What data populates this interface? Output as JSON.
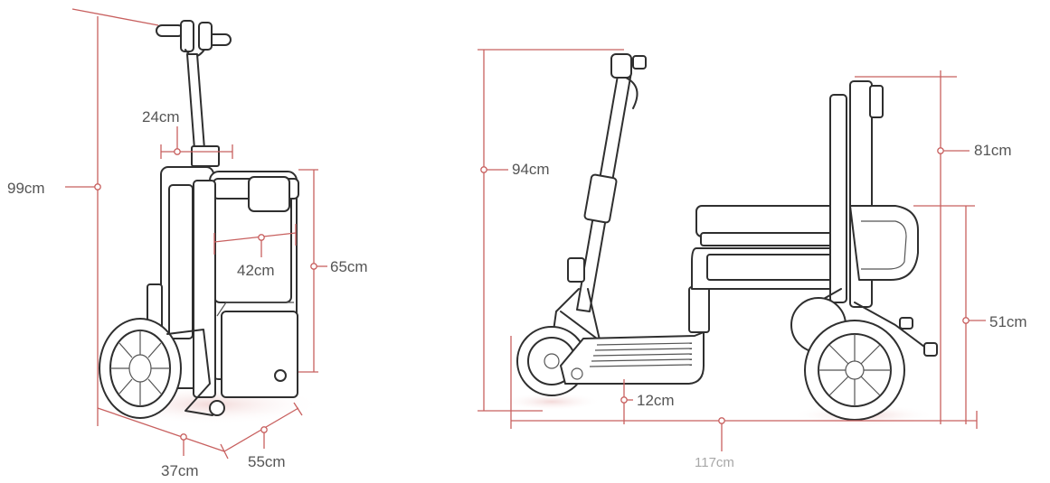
{
  "colors": {
    "dimension_line": "#c8605f",
    "outline": "#2f2f2f",
    "label": "#555555",
    "label_faint": "#a8a8a8"
  },
  "folded": {
    "height_label": "99cm",
    "handle_width_label": "24cm",
    "body_width_label": "42cm",
    "body_height_label": "65cm",
    "depth_label": "37cm",
    "base_width_label": "55cm"
  },
  "unfolded": {
    "handlebar_height_label": "94cm",
    "seat_back_label": "81cm",
    "seat_height_label": "51cm",
    "ground_clearance_label": "12cm",
    "length_label": "117cm"
  }
}
